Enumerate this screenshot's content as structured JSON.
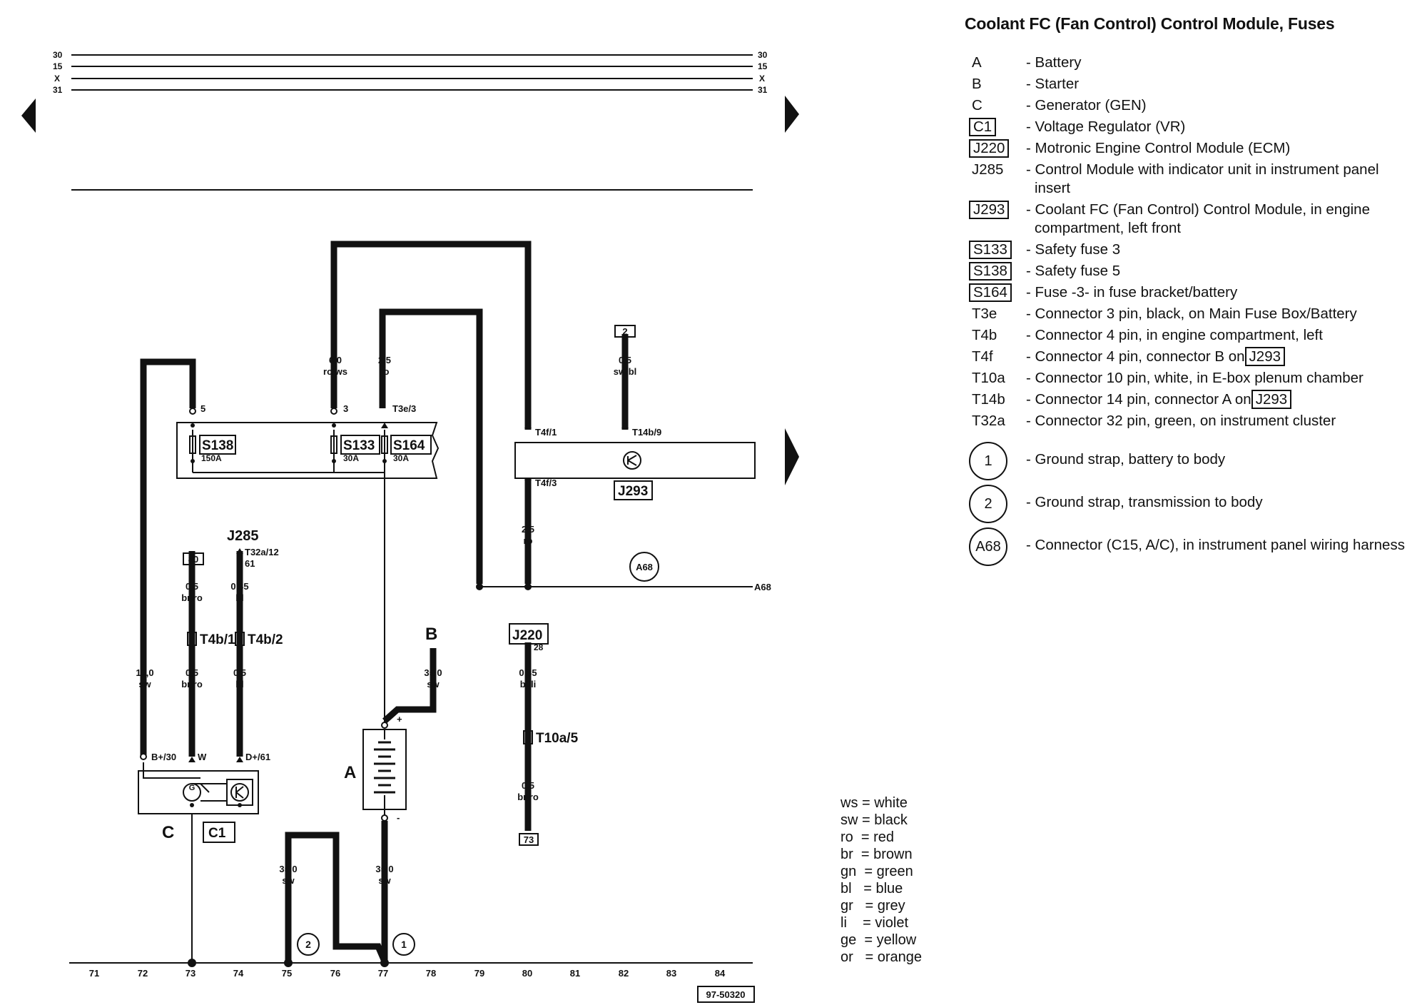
{
  "legend": {
    "title": "Coolant FC (Fan Control) Control Module, Fuses",
    "items": [
      {
        "code": "A",
        "desc": "- Battery",
        "boxed": false
      },
      {
        "code": "B",
        "desc": "- Starter",
        "boxed": false
      },
      {
        "code": "C",
        "desc": "- Generator (GEN)",
        "boxed": false
      },
      {
        "code": "C1",
        "desc": "- Voltage Regulator (VR)",
        "boxed": true
      },
      {
        "code": "J220",
        "desc": "- Motronic Engine Control Module (ECM)",
        "boxed": true
      },
      {
        "code": "J285",
        "desc": "- Control Module with indicator unit in instrument panel insert",
        "boxed": false
      },
      {
        "code": "J293",
        "desc": "- Coolant FC (Fan Control) Control Module, in engine compartment, left front",
        "boxed": true
      },
      {
        "code": "S133",
        "desc": "- Safety fuse 3",
        "boxed": true
      },
      {
        "code": "S138",
        "desc": "- Safety fuse 5",
        "boxed": true
      },
      {
        "code": "S164",
        "desc": "- Fuse -3- in fuse bracket/battery",
        "boxed": true
      },
      {
        "code": "T3e",
        "desc": "- Connector 3 pin, black, on Main Fuse Box/Battery",
        "boxed": false
      },
      {
        "code": "T4b",
        "desc": "- Connector 4 pin, in engine compartment, left",
        "boxed": false
      },
      {
        "code": "T4f",
        "desc": "- Connector 4 pin, connector B on",
        "suffix": "J293",
        "boxed": false
      },
      {
        "code": "T10a",
        "desc": "- Connector 10 pin, white, in E-box plenum chamber",
        "boxed": false
      },
      {
        "code": "T14b",
        "desc": "- Connector 14 pin, connector A on",
        "suffix": "J293",
        "boxed": false
      },
      {
        "code": "T32a",
        "desc": "- Connector 32 pin, green, on instrument cluster",
        "boxed": false
      }
    ],
    "circles": [
      {
        "code": "1",
        "desc": "- Ground strap, battery to body"
      },
      {
        "code": "2",
        "desc": "- Ground strap, transmission to body"
      },
      {
        "code": "A68",
        "desc": "- Connector (C15, A/C), in instrument panel wiring harness"
      }
    ]
  },
  "color_key": [
    "ws = white",
    "sw = black",
    "ro  = red",
    "br  = brown",
    "gn  = green",
    "bl   = blue",
    "gr   = grey",
    "li    = violet",
    "ge  = yellow",
    "or   = orange"
  ],
  "bus": [
    "30",
    "15",
    "X",
    "31"
  ],
  "diagram": {
    "fuse_labels": [
      "S138",
      "S133",
      "S164"
    ],
    "fuse_ratings": [
      "150A",
      "30A",
      "30A"
    ],
    "terminal_labels": [
      "5",
      "3",
      "T3e/3",
      "T4f/1",
      "T14b/9",
      "T4f/3"
    ],
    "wires": [
      {
        "size": "6,0",
        "color": "ro/ws"
      },
      {
        "size": "2,5",
        "color": "ro"
      },
      {
        "size": "0,5",
        "color": "sw/bl"
      },
      {
        "size": "2,5",
        "color": "ro"
      },
      {
        "size": "0,5",
        "color": "br/ro"
      },
      {
        "size": "0,35",
        "color": "bl"
      },
      {
        "size": "15,0",
        "color": "sw"
      },
      {
        "size": "0,5",
        "color": "br/ro"
      },
      {
        "size": "0,5",
        "color": "bl"
      },
      {
        "size": "35,0",
        "color": "sw"
      },
      {
        "size": "0,35",
        "color": "bl/li"
      },
      {
        "size": "0,5",
        "color": "br/ro"
      },
      {
        "size": "35,0",
        "color": "sw"
      },
      {
        "size": "35,0",
        "color": "sw"
      }
    ],
    "ref_boxes": [
      "2",
      "80",
      "73"
    ],
    "j285": {
      "name": "J285",
      "pin": "T32a/12",
      "num": "61"
    },
    "j220": {
      "name": "J220",
      "pin": "28"
    },
    "j293": "J293",
    "a68_circle": "A68",
    "a68_label": "A68",
    "connectors": [
      "T4b/1",
      "T4b/2",
      "T10a/5"
    ],
    "component_letters": [
      "B",
      "A",
      "C"
    ],
    "c1_box": "C1",
    "gen_terminals": [
      "B+/30",
      "W",
      "D+/61"
    ],
    "battery_terms": [
      "+",
      "-"
    ],
    "ground_circles": [
      "2",
      "1"
    ],
    "gen_symbol": "G",
    "tracks": [
      "71",
      "72",
      "73",
      "74",
      "75",
      "76",
      "77",
      "78",
      "79",
      "80",
      "81",
      "82",
      "83",
      "84"
    ],
    "figure_id": "97-50320"
  }
}
